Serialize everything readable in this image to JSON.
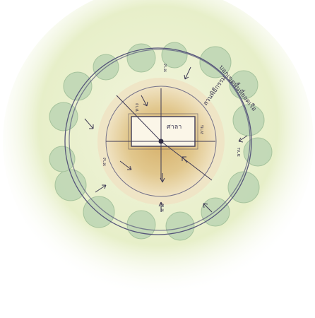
{
  "diagram": {
    "colors": {
      "background": "#ffffff",
      "lawn": "#e7efc9",
      "tree": "#bfd7b5",
      "tree_edge": "#9fbf98",
      "ring_outer": "#efe5c6",
      "ring_mid": "#e2c98f",
      "ring_inner": "#cfa862",
      "building": "#fbf6e8",
      "ink": "#3f3b55"
    },
    "labels": {
      "top_curve": "บอกเขตพื้นที่ยอดเรือ",
      "upper_right": "สวนพิธีกรรม",
      "center": "ศาลา",
      "left_small_1": "ทาง",
      "left_small_2": "ทาง",
      "right_small_1": "ลาน",
      "right_small_2": "ลาน",
      "bottom_small": "ทาง",
      "top_small": "ทาง"
    },
    "icons": {
      "center_point": "center-dot-icon",
      "arrows": "direction-arrow-icon"
    }
  }
}
